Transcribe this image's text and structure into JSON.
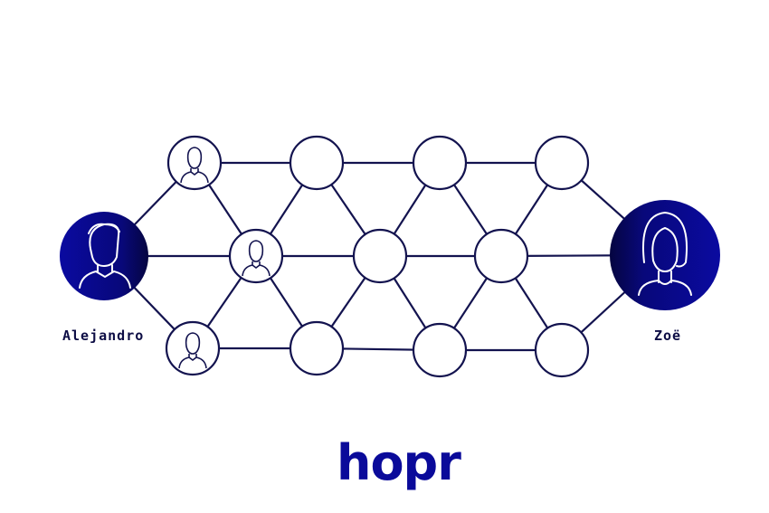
{
  "sender": {
    "name": "Alejandro"
  },
  "receiver": {
    "name": "Zoë"
  },
  "logo": {
    "text": "hopr"
  },
  "colors": {
    "line": "#13134f",
    "fill_dark": "#0a0a8a",
    "logo": "#0a0a9a"
  }
}
